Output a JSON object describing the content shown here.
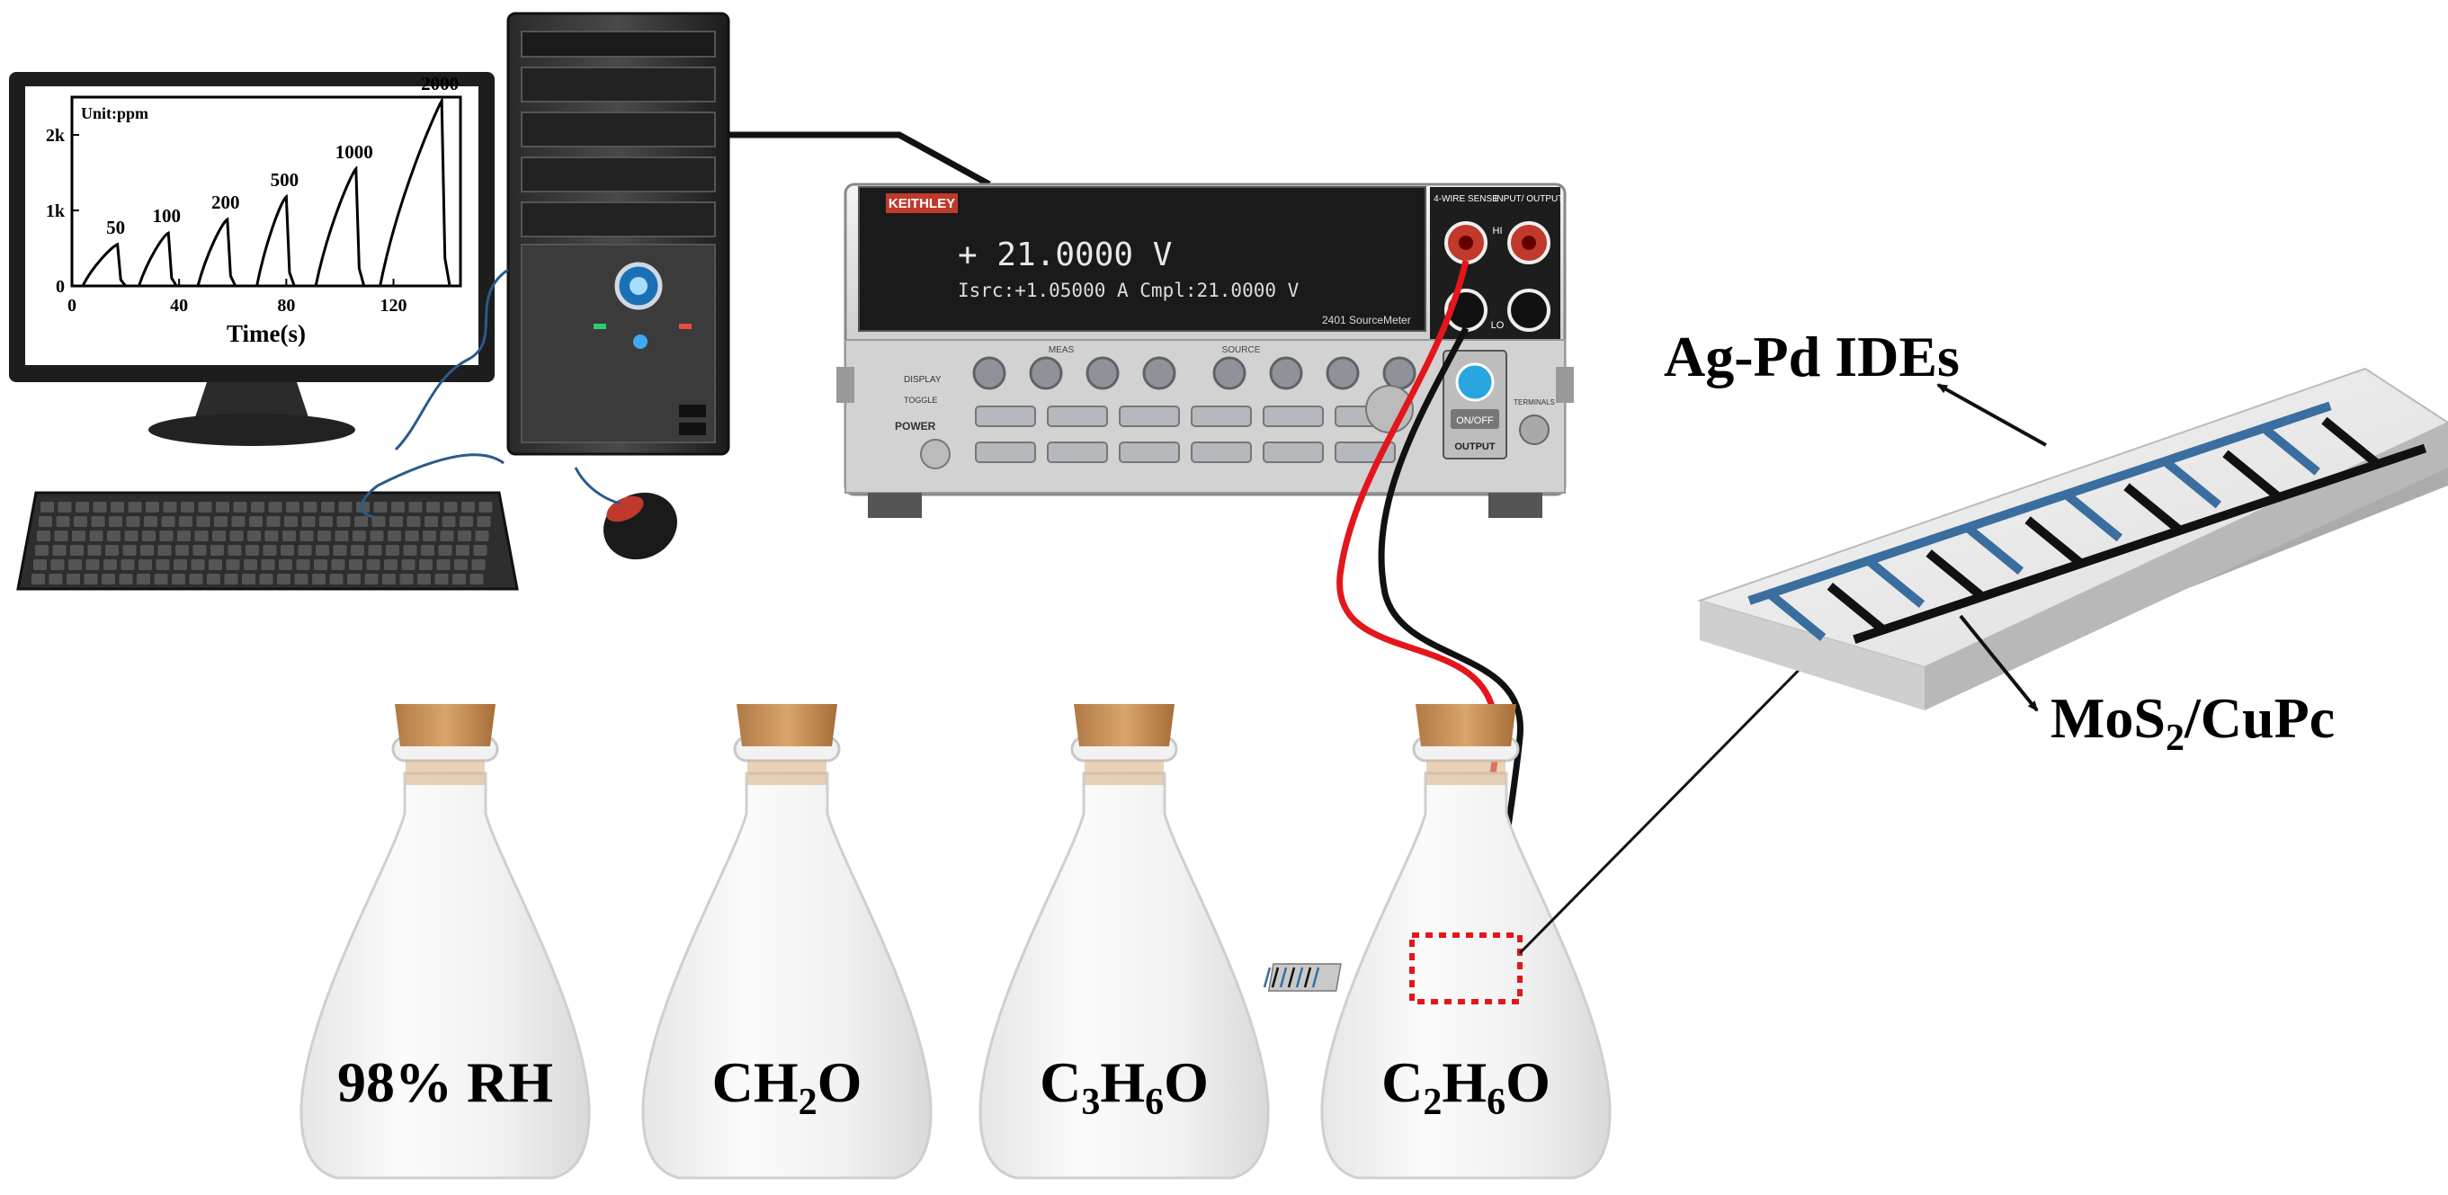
{
  "monitor_chart": {
    "unit_label": "Unit:ppm",
    "xlabel": "Time(s)",
    "x_ticks": [
      "0",
      "40",
      "80",
      "120"
    ],
    "y_ticks": [
      "0",
      "1k",
      "2k"
    ],
    "peak_labels": [
      "50",
      "100",
      "200",
      "500",
      "1000",
      "2000"
    ]
  },
  "chart_data": {
    "type": "line",
    "title": "",
    "xlabel": "Time(s)",
    "ylabel": "",
    "unit_label": "Unit:ppm",
    "xlim": [
      0,
      145
    ],
    "ylim": [
      0,
      2500
    ],
    "grid": false,
    "peaks": [
      {
        "label": "50",
        "start": 4,
        "peak": 17,
        "value": 550
      },
      {
        "label": "100",
        "start": 25,
        "peak": 36,
        "value": 700
      },
      {
        "label": "200",
        "start": 47,
        "peak": 58,
        "value": 880
      },
      {
        "label": "500",
        "start": 69,
        "peak": 80,
        "value": 1180
      },
      {
        "label": "1000",
        "start": 91,
        "peak": 106,
        "value": 1550
      },
      {
        "label": "2000",
        "start": 115,
        "peak": 138,
        "value": 2450
      }
    ]
  },
  "meter": {
    "brand": "KEITHLEY",
    "display_main": "+ 21.0000 V",
    "display_sub": "Isrc:+1.05000 A    Cmpl:21.0000 V",
    "model": "2401 SourceMeter",
    "sense_label": "4-WIRE SENSE",
    "io_label": "INPUT/ OUTPUT",
    "hi_label": "HI",
    "lo_label": "LO",
    "power_label": "POWER",
    "output_label": "OUTPUT",
    "on_off_label": "ON/OFF",
    "display_label": "DISPLAY",
    "toggle_label": "TOGGLE",
    "terminals_label": "TERMINALS",
    "section_measure": "MEAS",
    "section_source": "SOURCE"
  },
  "sensor": {
    "ides_label": "Ag-Pd IDEs",
    "film_label_main": "MoS",
    "film_label_sub": "2",
    "film_label_rest": "/CuPc",
    "colors": {
      "electrode_a": "#3a6e9e",
      "electrode_b": "#111111"
    }
  },
  "flasks": [
    {
      "label_parts": [
        {
          "t": "98% RH"
        }
      ]
    },
    {
      "label_parts": [
        {
          "t": "CH"
        },
        {
          "t": "2",
          "sub": true
        },
        {
          "t": "O"
        }
      ]
    },
    {
      "label_parts": [
        {
          "t": "C"
        },
        {
          "t": "3",
          "sub": true
        },
        {
          "t": "H"
        },
        {
          "t": "6",
          "sub": true
        },
        {
          "t": "O"
        }
      ]
    },
    {
      "label_parts": [
        {
          "t": "C"
        },
        {
          "t": "2",
          "sub": true
        },
        {
          "t": "H"
        },
        {
          "t": "6",
          "sub": true
        },
        {
          "t": "O"
        }
      ]
    }
  ],
  "colors": {
    "cork": "#c9935a",
    "wire_red": "#e3161b",
    "wire_black": "#111111",
    "highlight_box": "#e3161b"
  }
}
